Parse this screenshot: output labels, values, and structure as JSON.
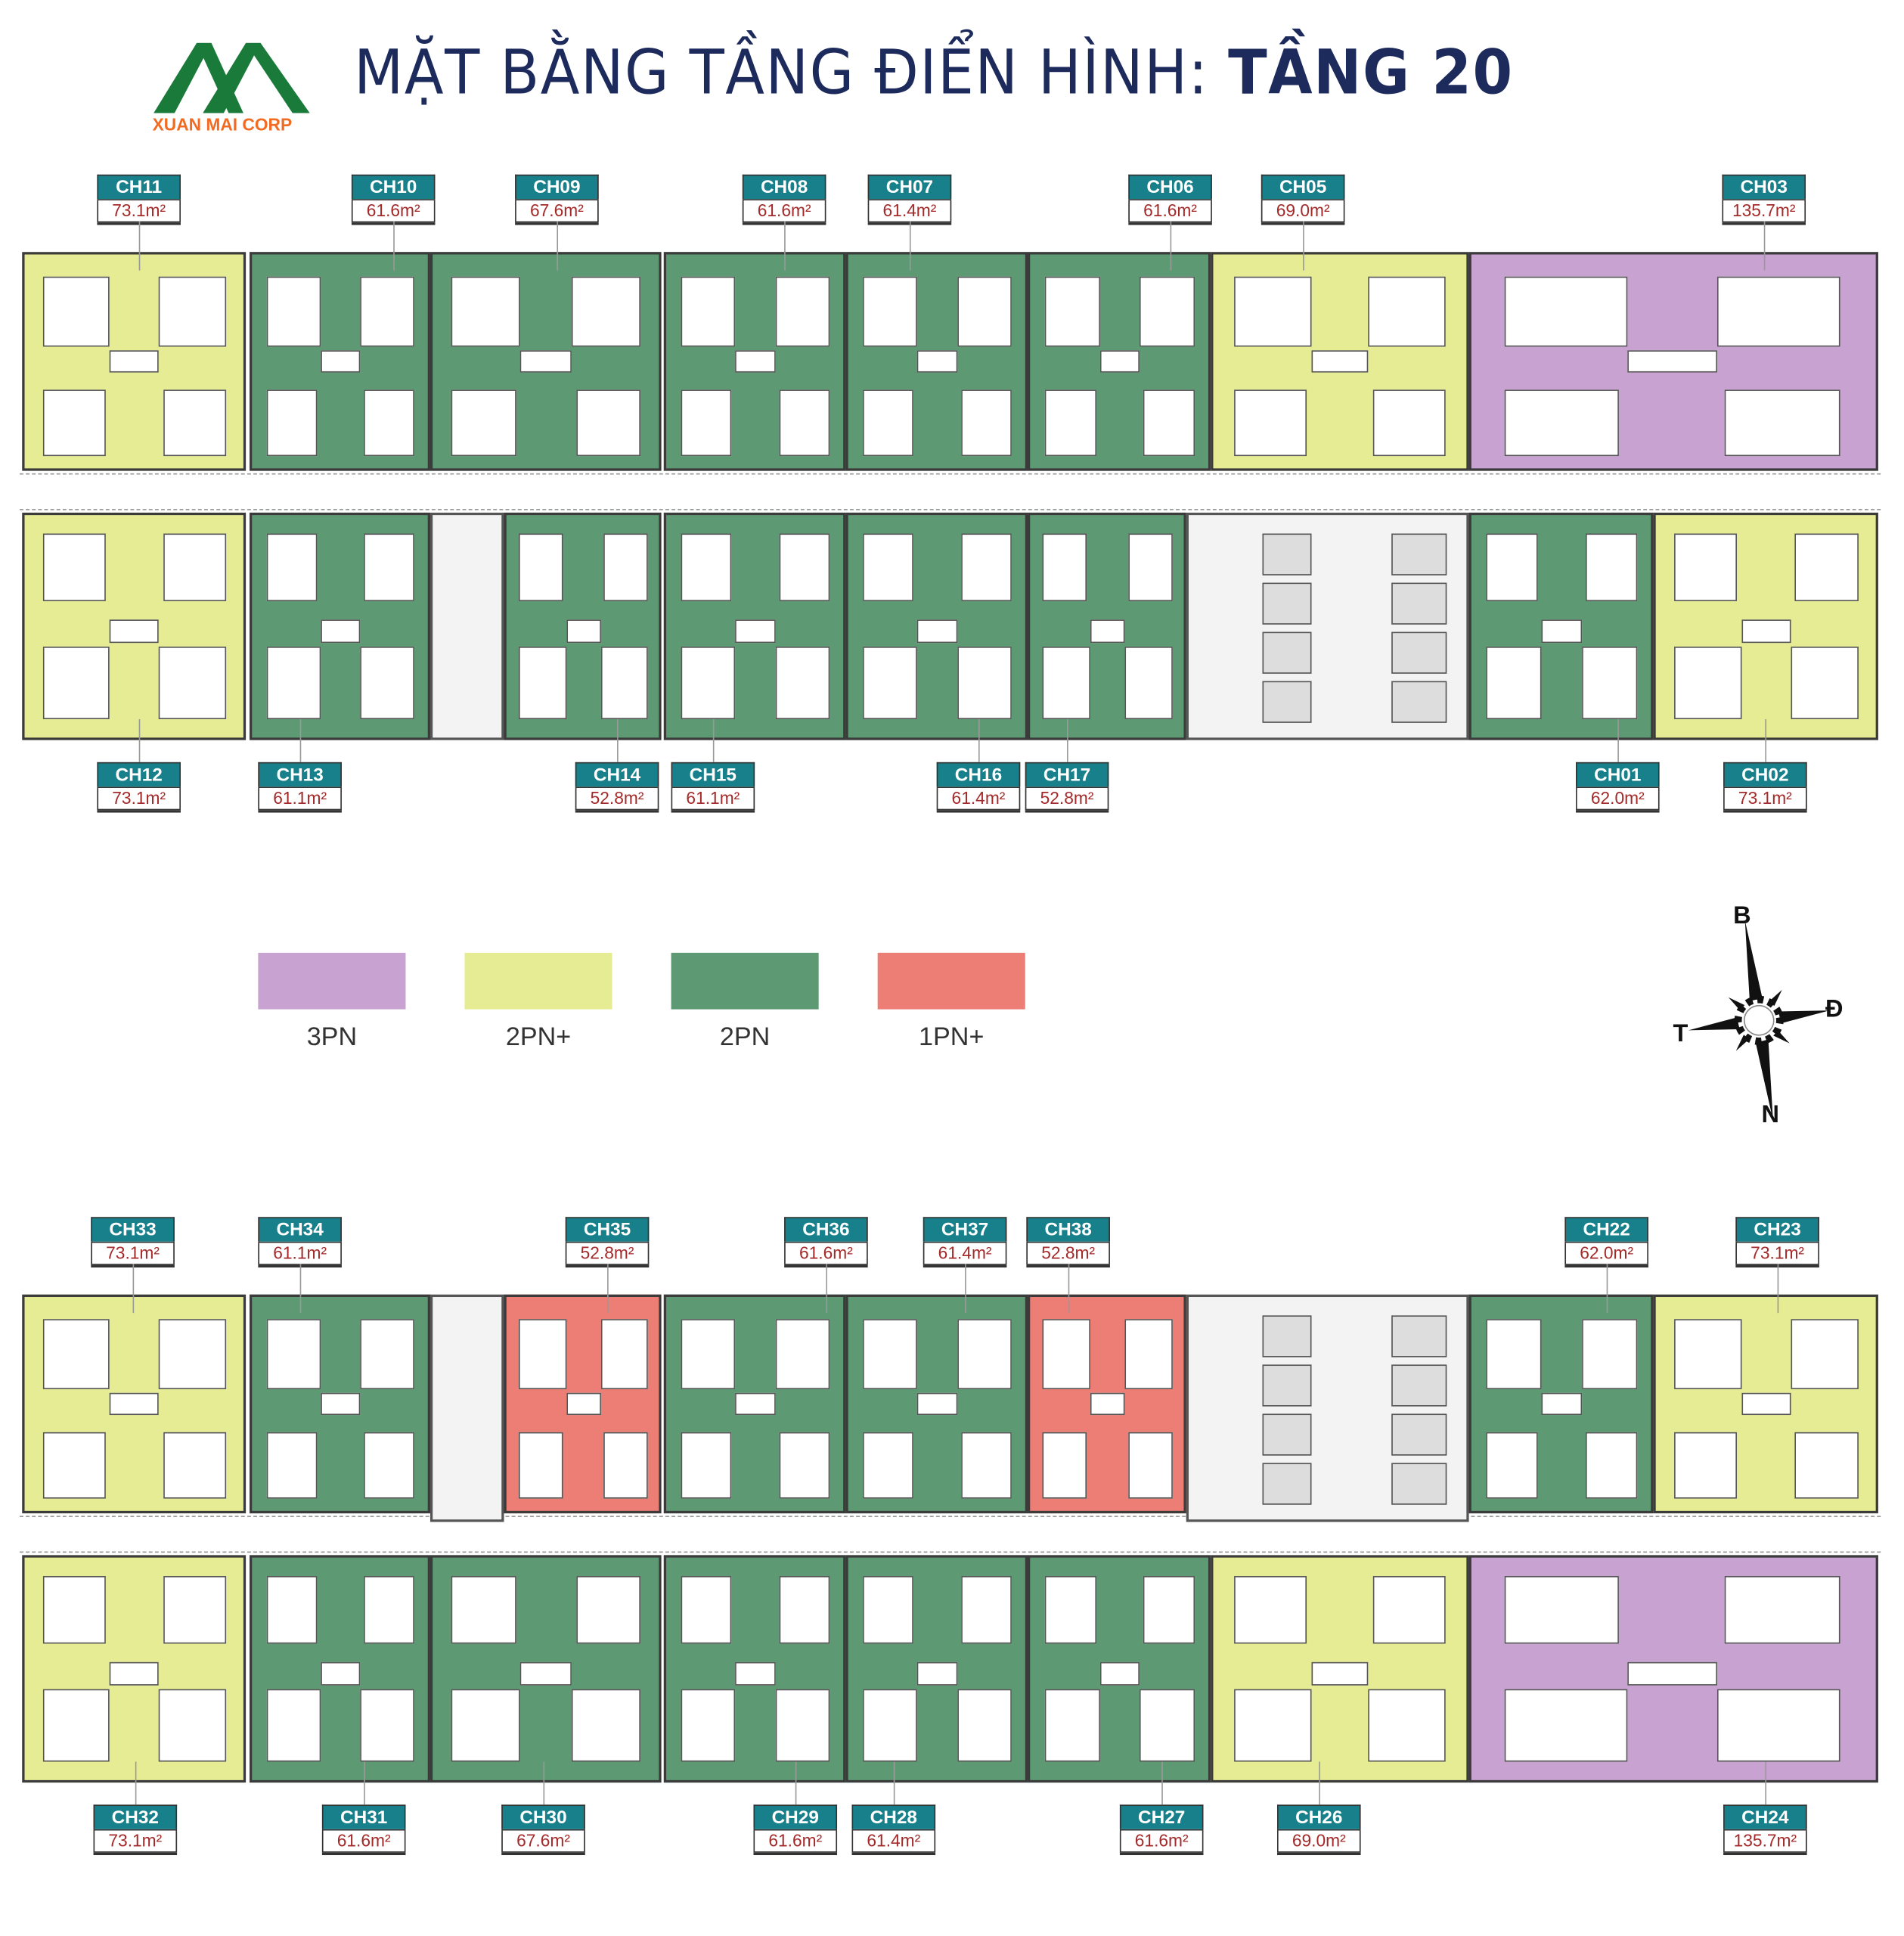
{
  "brand": {
    "name": "XUAN MAI CORP",
    "logo_color": "#1a7a3a",
    "text_color": "#f26b22"
  },
  "title": {
    "prefix": "MẶT BẰNG TẦNG ĐIỂN HÌNH:",
    "floor": "TẦNG 20"
  },
  "colors": {
    "3PN": "#c8a2d0",
    "2PN+": "#e6ec93",
    "2PN": "#5d9a74",
    "1PN+": "#ec7e76",
    "tag": "#17808a"
  },
  "legend": [
    {
      "label": "3PN",
      "color": "#c8a2d0"
    },
    {
      "label": "2PN+",
      "color": "#e6ec93"
    },
    {
      "label": "2PN",
      "color": "#5d9a74"
    },
    {
      "label": "1PN+",
      "color": "#ec7e76"
    }
  ],
  "compass": {
    "north": "B",
    "east": "Đ",
    "west": "T",
    "south": "N"
  },
  "plans": [
    {
      "top_row": [
        {
          "code": "CH11",
          "area": "73.1m²",
          "type": "2PN+"
        },
        {
          "code": "CH10",
          "area": "61.6m²",
          "type": "2PN"
        },
        {
          "code": "CH09",
          "area": "67.6m²",
          "type": "2PN"
        },
        {
          "code": "CH08",
          "area": "61.6m²",
          "type": "2PN"
        },
        {
          "code": "CH07",
          "area": "61.4m²",
          "type": "2PN"
        },
        {
          "code": "CH06",
          "area": "61.6m²",
          "type": "2PN"
        },
        {
          "code": "CH05",
          "area": "69.0m²",
          "type": "2PN+"
        },
        {
          "code": "CH03",
          "area": "135.7m²",
          "type": "3PN"
        }
      ],
      "bottom_row": [
        {
          "code": "CH12",
          "area": "73.1m²",
          "type": "2PN+"
        },
        {
          "code": "CH13",
          "area": "61.1m²",
          "type": "2PN"
        },
        {
          "code": "CH14",
          "area": "52.8m²",
          "type": "2PN"
        },
        {
          "code": "CH15",
          "area": "61.1m²",
          "type": "2PN"
        },
        {
          "code": "CH16",
          "area": "61.4m²",
          "type": "2PN"
        },
        {
          "code": "CH17",
          "area": "52.8m²",
          "type": "2PN"
        },
        {
          "code": "CH01",
          "area": "62.0m²",
          "type": "2PN"
        },
        {
          "code": "CH02",
          "area": "73.1m²",
          "type": "2PN+"
        }
      ]
    },
    {
      "top_row": [
        {
          "code": "CH33",
          "area": "73.1m²",
          "type": "2PN+"
        },
        {
          "code": "CH34",
          "area": "61.1m²",
          "type": "2PN"
        },
        {
          "code": "CH35",
          "area": "52.8m²",
          "type": "1PN+"
        },
        {
          "code": "CH36",
          "area": "61.6m²",
          "type": "2PN"
        },
        {
          "code": "CH37",
          "area": "61.4m²",
          "type": "2PN"
        },
        {
          "code": "CH38",
          "area": "52.8m²",
          "type": "1PN+"
        },
        {
          "code": "CH22",
          "area": "62.0m²",
          "type": "2PN"
        },
        {
          "code": "CH23",
          "area": "73.1m²",
          "type": "2PN+"
        }
      ],
      "bottom_row": [
        {
          "code": "CH32",
          "area": "73.1m²",
          "type": "2PN+"
        },
        {
          "code": "CH31",
          "area": "61.6m²",
          "type": "2PN"
        },
        {
          "code": "CH30",
          "area": "67.6m²",
          "type": "2PN"
        },
        {
          "code": "CH29",
          "area": "61.6m²",
          "type": "2PN"
        },
        {
          "code": "CH28",
          "area": "61.4m²",
          "type": "2PN"
        },
        {
          "code": "CH27",
          "area": "61.6m²",
          "type": "2PN"
        },
        {
          "code": "CH26",
          "area": "69.0m²",
          "type": "2PN+"
        },
        {
          "code": "CH24",
          "area": "135.7m²",
          "type": "3PN"
        }
      ]
    }
  ]
}
